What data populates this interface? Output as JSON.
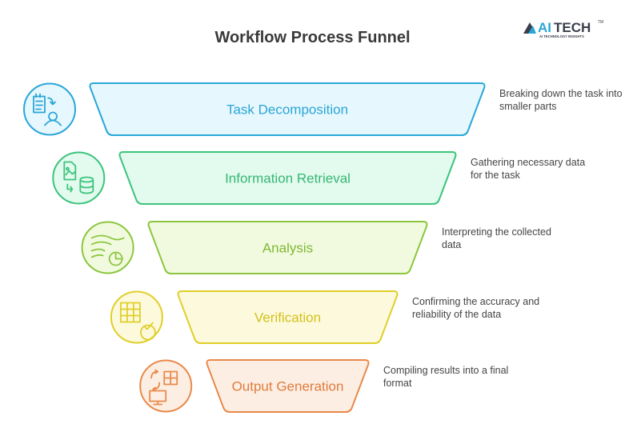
{
  "title": "Workflow Process Funnel",
  "logo": {
    "text": "AITECH",
    "tagline": "AI TECHNOLOGY INSIGHTS",
    "trademark": "TM"
  },
  "stages": [
    {
      "label": "Task Decomposition",
      "description": "Breaking down the task into smaller parts",
      "icon": "task-delegation-icon",
      "stroke": "#2aa6d8",
      "fill": "#e6f7fd",
      "text": "#2aa6d6"
    },
    {
      "label": "Information Retrieval",
      "description": "Gathering necessary data for the task",
      "icon": "image-to-database-icon",
      "stroke": "#3cc47c",
      "fill": "#e3faee",
      "text": "#35b873"
    },
    {
      "label": "Analysis",
      "description": "Interpreting the collected data",
      "icon": "data-flow-chart-icon",
      "stroke": "#8cc63f",
      "fill": "#f1fadf",
      "text": "#7fb833"
    },
    {
      "label": "Verification",
      "description": "Confirming the accuracy and reliability of the data",
      "icon": "table-check-icon",
      "stroke": "#e0cf2a",
      "fill": "#fcf9dc",
      "text": "#d4c11c"
    },
    {
      "label": "Output Generation",
      "description": "Compiling results into a final format",
      "icon": "table-to-monitor-icon",
      "stroke": "#e88a4c",
      "fill": "#fdeee3",
      "text": "#e07c3c"
    }
  ]
}
